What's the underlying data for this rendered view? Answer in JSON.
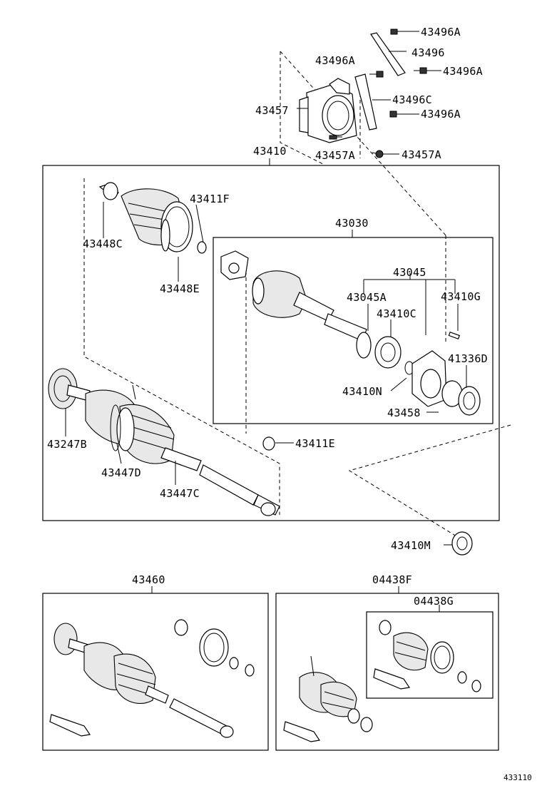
{
  "diagram": {
    "labels": {
      "p43496A_1": "43496A",
      "p43496": "43496",
      "p43496A_2": "43496A",
      "p43496A_3": "43496A",
      "p43496C": "43496C",
      "p43457": "43457",
      "p43496A_4": "43496A",
      "p43410_top": "43410",
      "p43457A_1": "43457A",
      "p43457A_2": "43457A",
      "p43411F": "43411F",
      "p43448C": "43448C",
      "p43030": "43030",
      "p43448E": "43448E",
      "p43045": "43045",
      "p43045A": "43045A",
      "p43410G": "43410G",
      "p43410C": "43410C",
      "p41336D": "41336D",
      "p43410N": "43410N",
      "p43458": "43458",
      "p43247B": "43247B",
      "p43411E": "43411E",
      "p43447D": "43447D",
      "p43447C": "43447C",
      "p43410M": "43410M",
      "p43460": "43460",
      "p04438F": "04438F",
      "p04438G": "04438G",
      "figure_code": "433110"
    }
  }
}
